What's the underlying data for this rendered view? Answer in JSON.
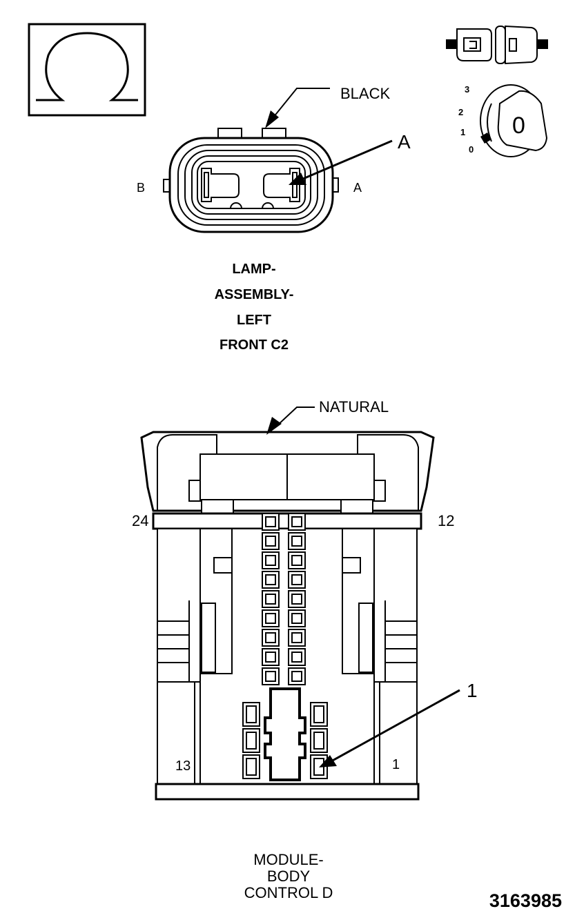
{
  "top_connector": {
    "color_label": "BLACK",
    "callout_letter": "A",
    "cavity_left": "B",
    "cavity_right": "A",
    "title_lines": [
      "LAMP-",
      "ASSEMBLY-",
      "LEFT",
      "FRONT C2"
    ]
  },
  "ignition_switch": {
    "positions": [
      "3",
      "2",
      "1",
      "0"
    ],
    "key_label": "0"
  },
  "bottom_connector": {
    "color_label": "NATURAL",
    "pin_top_left": "24",
    "pin_top_right": "12",
    "pin_bottom_left": "13",
    "pin_bottom_right": "1",
    "callout_number": "1",
    "title_lines": [
      "MODULE-",
      "BODY",
      "CONTROL D"
    ]
  },
  "figure_number": "3163985"
}
